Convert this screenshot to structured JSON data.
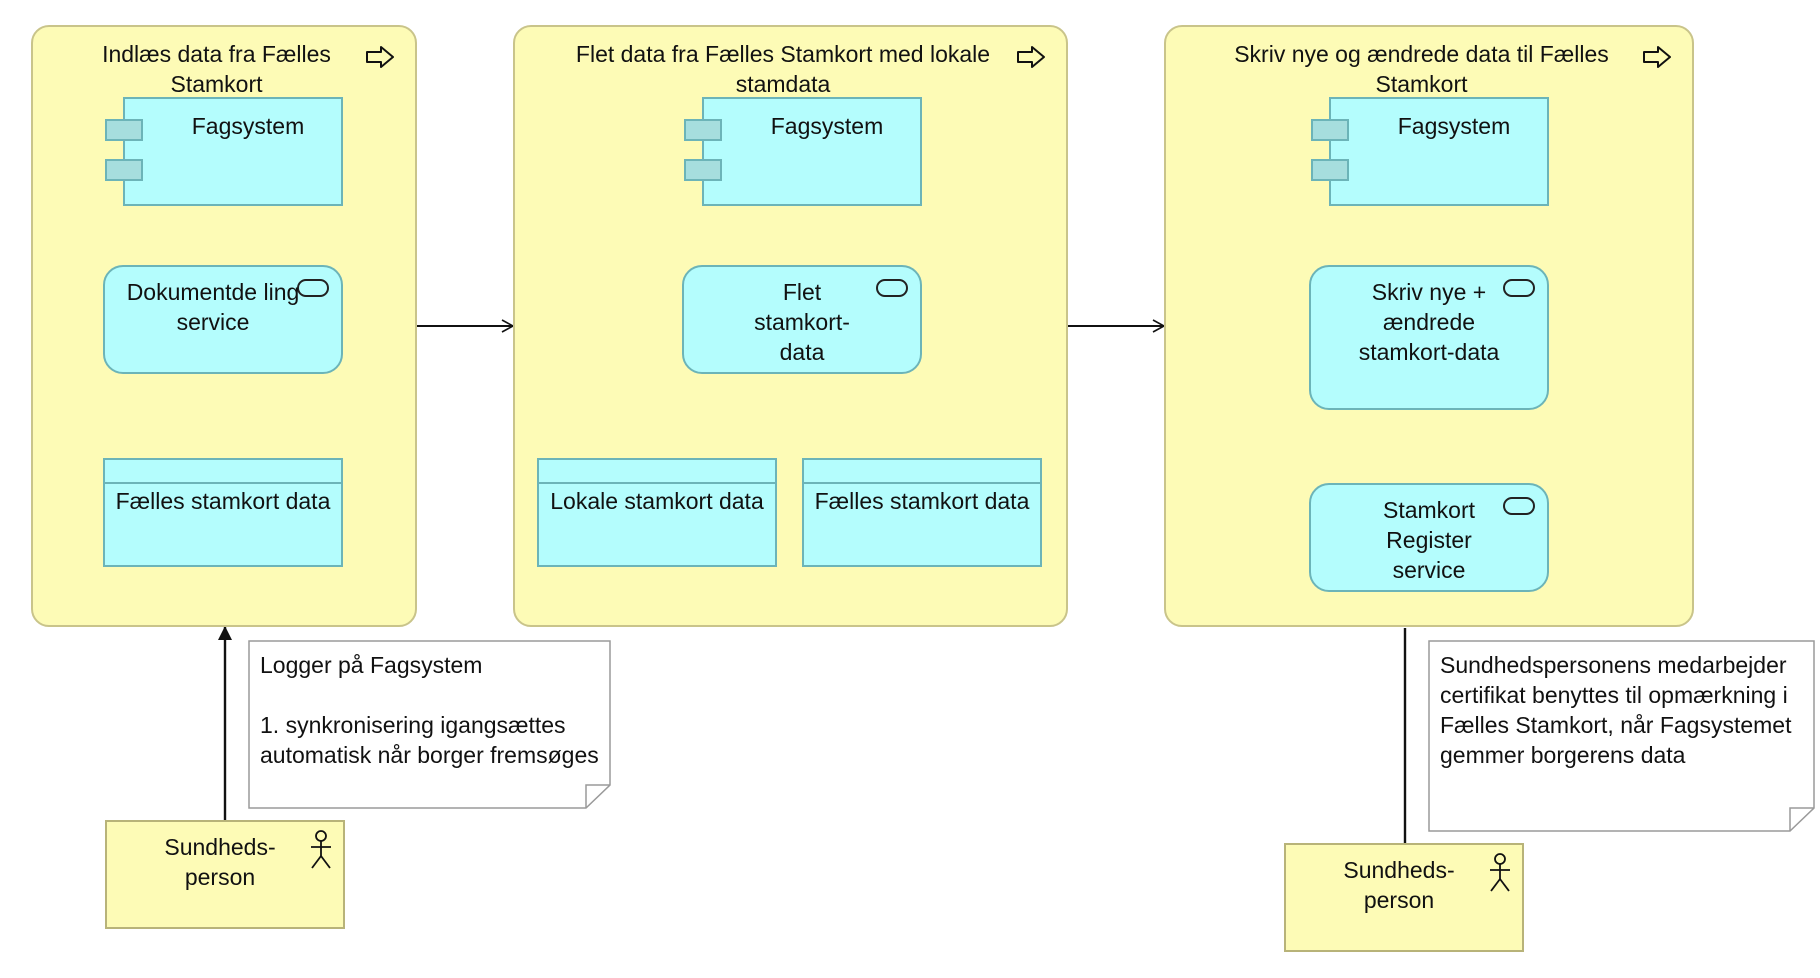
{
  "colors": {
    "process_fill": "#fdfbb6",
    "application_fill": "#b4fdfd",
    "application_border": "#6cb4b8",
    "note_fill": "#ffffff"
  },
  "processes": [
    {
      "title": "Indlæs data fra Fælles Stamkort",
      "component": "Fagsystem",
      "service": "Dokumentde ling service",
      "data_objects": [
        "Fælles stamkort data"
      ]
    },
    {
      "title": "Flet data fra Fælles Stamkort med lokale stamdata",
      "component": "Fagsystem",
      "service": "Flet stamkort-data",
      "data_objects": [
        "Lokale stamkort data",
        "Fælles stamkort data"
      ]
    },
    {
      "title": "Skriv nye og ændrede data til Fælles Stamkort",
      "component": "Fagsystem",
      "service": "Skriv nye + ændrede stamkort-data",
      "service2": "Stamkort Register service"
    }
  ],
  "actors": [
    {
      "label": "Sundheds-person"
    },
    {
      "label": "Sundheds-person"
    }
  ],
  "notes": [
    {
      "text": "Logger på Fagsystem\n\n1. synkronisering igangsættes automatisk når borger fremsøges"
    },
    {
      "text": "Sundhedspersonens medarbejder certifikat benyttes til opmærkning i Fælles Stamkort, når Fagsystemet gemmer borgerens data"
    }
  ]
}
